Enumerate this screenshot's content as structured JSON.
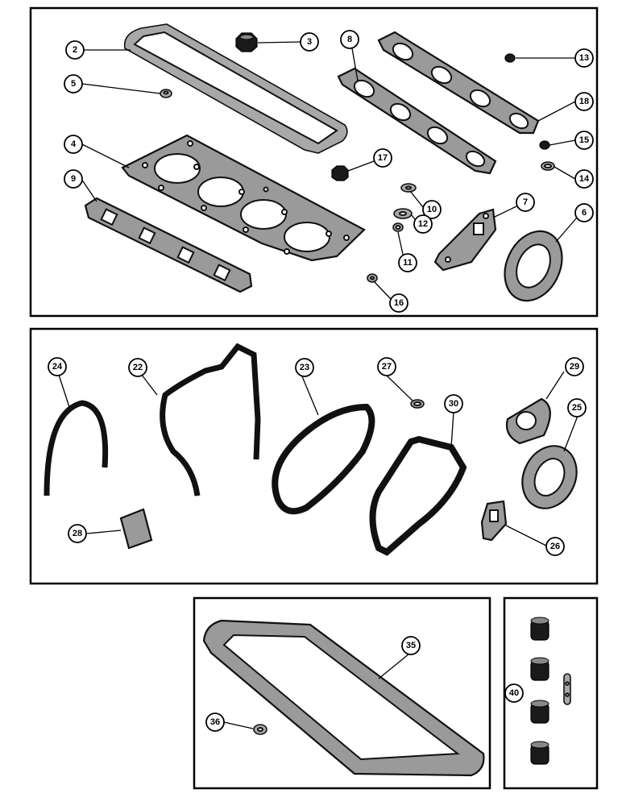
{
  "callouts": {
    "c2": "2",
    "c3": "3",
    "c4": "4",
    "c5": "5",
    "c6": "6",
    "c7": "7",
    "c8": "8",
    "c9": "9",
    "c10": "10",
    "c11": "11",
    "c12": "12",
    "c13": "13",
    "c14": "14",
    "c15": "15",
    "c16": "16",
    "c17": "17",
    "c18": "18",
    "c22": "22",
    "c23": "23",
    "c24": "24",
    "c25": "25",
    "c26": "26",
    "c27": "27",
    "c28": "28",
    "c29": "29",
    "c30": "30",
    "c35": "35",
    "c36": "36",
    "c40": "40"
  }
}
